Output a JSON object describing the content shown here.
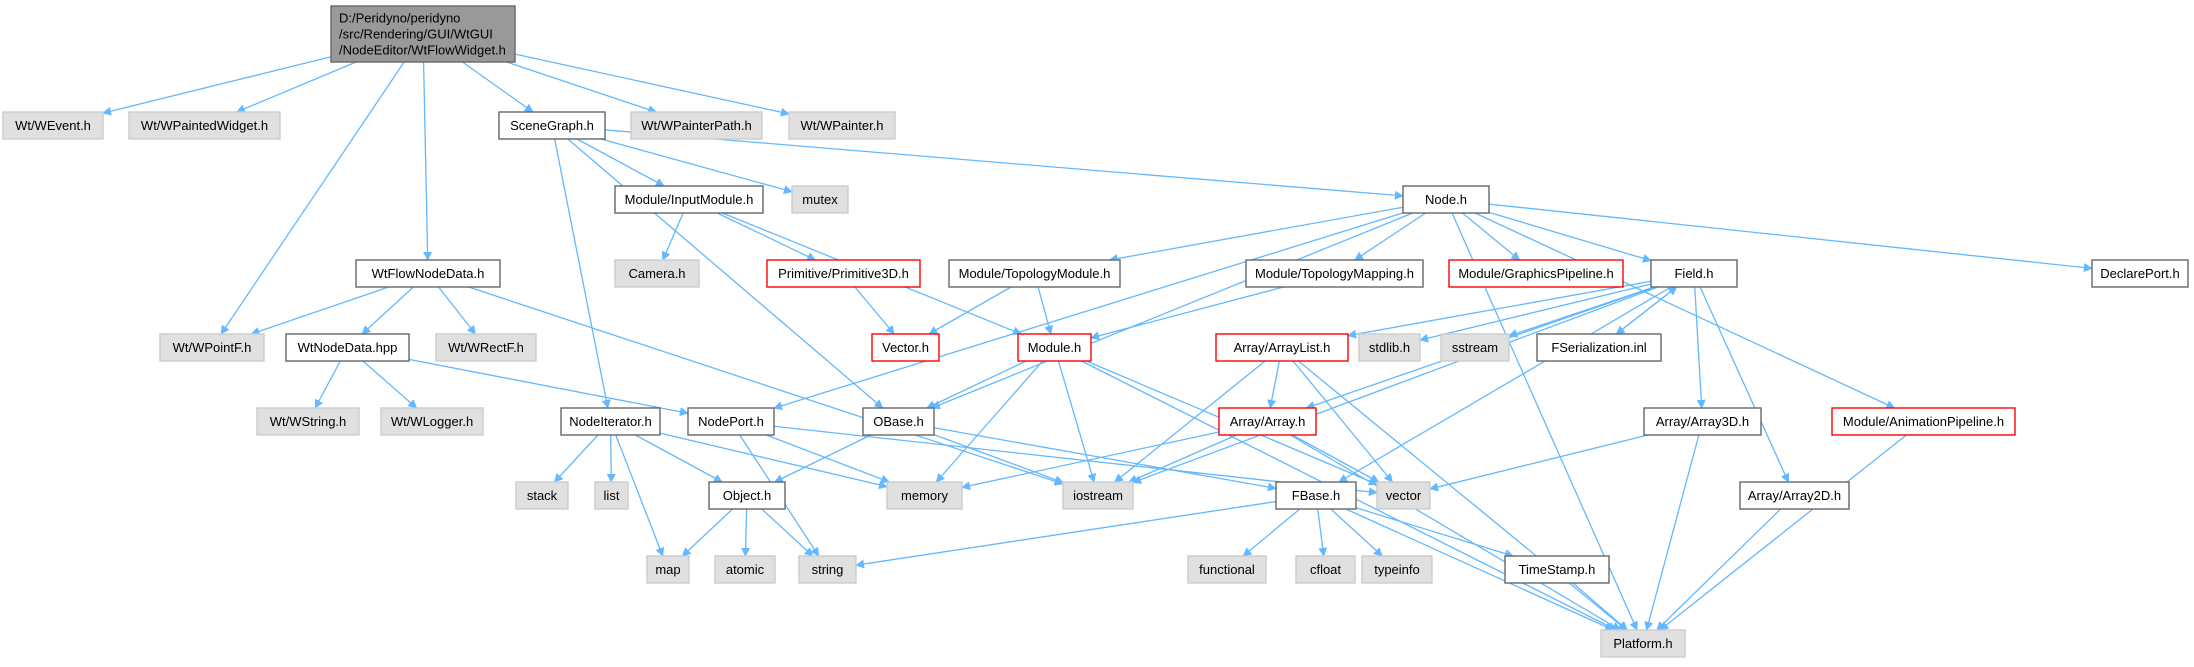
{
  "colors": {
    "edge": "#63b8ff",
    "root_fill": "#999999",
    "root_border": "#666666",
    "documented_fill": "#ffffff",
    "documented_border": "#666666",
    "truncated_border": "#ff0000",
    "external_fill": "#e0e0e0",
    "external_border": "#cccccc"
  },
  "graph": {
    "nodes": [
      {
        "id": "root",
        "lines": [
          "D:/Peridyno/peridyno",
          "/src/Rendering/GUI/WtGUI",
          "/NodeEditor/WtFlowWidget.h"
        ],
        "style": "root"
      },
      {
        "id": "wevent",
        "lines": [
          "Wt/WEvent.h"
        ],
        "style": "external"
      },
      {
        "id": "wpaintedwidget",
        "lines": [
          "Wt/WPaintedWidget.h"
        ],
        "style": "external"
      },
      {
        "id": "scenegraph",
        "lines": [
          "SceneGraph.h"
        ],
        "style": "doc"
      },
      {
        "id": "wpainterpath",
        "lines": [
          "Wt/WPainterPath.h"
        ],
        "style": "external"
      },
      {
        "id": "wpainter",
        "lines": [
          "Wt/WPainter.h"
        ],
        "style": "external"
      },
      {
        "id": "inputmodule",
        "lines": [
          "Module/InputModule.h"
        ],
        "style": "doc"
      },
      {
        "id": "mutex",
        "lines": [
          "mutex"
        ],
        "style": "external"
      },
      {
        "id": "node",
        "lines": [
          "Node.h"
        ],
        "style": "doc"
      },
      {
        "id": "camera",
        "lines": [
          "Camera.h"
        ],
        "style": "external"
      },
      {
        "id": "primitive3d",
        "lines": [
          "Primitive/Primitive3D.h"
        ],
        "style": "truncated"
      },
      {
        "id": "topologymodule",
        "lines": [
          "Module/TopologyModule.h"
        ],
        "style": "doc"
      },
      {
        "id": "topologymapping",
        "lines": [
          "Module/TopologyMapping.h"
        ],
        "style": "doc"
      },
      {
        "id": "graphicspipeline",
        "lines": [
          "Module/GraphicsPipeline.h"
        ],
        "style": "truncated"
      },
      {
        "id": "field",
        "lines": [
          "Field.h"
        ],
        "style": "doc"
      },
      {
        "id": "declareport",
        "lines": [
          "DeclarePort.h"
        ],
        "style": "doc"
      },
      {
        "id": "wtflownodedata",
        "lines": [
          "WtFlowNodeData.h"
        ],
        "style": "doc"
      },
      {
        "id": "wpointf",
        "lines": [
          "Wt/WPointF.h"
        ],
        "style": "external"
      },
      {
        "id": "wtnodedata",
        "lines": [
          "WtNodeData.hpp"
        ],
        "style": "doc"
      },
      {
        "id": "wrectf",
        "lines": [
          "Wt/WRectF.h"
        ],
        "style": "external"
      },
      {
        "id": "vectorh",
        "lines": [
          "Vector.h"
        ],
        "style": "truncated"
      },
      {
        "id": "moduleh",
        "lines": [
          "Module.h"
        ],
        "style": "truncated"
      },
      {
        "id": "arraylist",
        "lines": [
          "Array/ArrayList.h"
        ],
        "style": "truncated"
      },
      {
        "id": "stdlib",
        "lines": [
          "stdlib.h"
        ],
        "style": "external"
      },
      {
        "id": "sstream",
        "lines": [
          "sstream"
        ],
        "style": "external"
      },
      {
        "id": "fserial",
        "lines": [
          "FSerialization.inl"
        ],
        "style": "doc"
      },
      {
        "id": "wstring",
        "lines": [
          "Wt/WString.h"
        ],
        "style": "external"
      },
      {
        "id": "wlogger",
        "lines": [
          "Wt/WLogger.h"
        ],
        "style": "external"
      },
      {
        "id": "nodeiterator",
        "lines": [
          "NodeIterator.h"
        ],
        "style": "doc"
      },
      {
        "id": "nodeport",
        "lines": [
          "NodePort.h"
        ],
        "style": "doc"
      },
      {
        "id": "obase",
        "lines": [
          "OBase.h"
        ],
        "style": "doc"
      },
      {
        "id": "arrayh",
        "lines": [
          "Array/Array.h"
        ],
        "style": "truncated"
      },
      {
        "id": "array3d",
        "lines": [
          "Array/Array3D.h"
        ],
        "style": "doc"
      },
      {
        "id": "animpipeline",
        "lines": [
          "Module/AnimationPipeline.h"
        ],
        "style": "truncated"
      },
      {
        "id": "stack",
        "lines": [
          "stack"
        ],
        "style": "external"
      },
      {
        "id": "list",
        "lines": [
          "list"
        ],
        "style": "external"
      },
      {
        "id": "object",
        "lines": [
          "Object.h"
        ],
        "style": "doc"
      },
      {
        "id": "memory",
        "lines": [
          "memory"
        ],
        "style": "external"
      },
      {
        "id": "iostream",
        "lines": [
          "iostream"
        ],
        "style": "external"
      },
      {
        "id": "fbase",
        "lines": [
          "FBase.h"
        ],
        "style": "doc"
      },
      {
        "id": "vector",
        "lines": [
          "vector"
        ],
        "style": "external"
      },
      {
        "id": "array2d",
        "lines": [
          "Array/Array2D.h"
        ],
        "style": "doc"
      },
      {
        "id": "map",
        "lines": [
          "map"
        ],
        "style": "external"
      },
      {
        "id": "atomic",
        "lines": [
          "atomic"
        ],
        "style": "external"
      },
      {
        "id": "string",
        "lines": [
          "string"
        ],
        "style": "external"
      },
      {
        "id": "functional",
        "lines": [
          "functional"
        ],
        "style": "external"
      },
      {
        "id": "cfloat",
        "lines": [
          "cfloat"
        ],
        "style": "external"
      },
      {
        "id": "typeinfo",
        "lines": [
          "typeinfo"
        ],
        "style": "external"
      },
      {
        "id": "timestamp",
        "lines": [
          "TimeStamp.h"
        ],
        "style": "doc"
      },
      {
        "id": "platform",
        "lines": [
          "Platform.h"
        ],
        "style": "external"
      }
    ],
    "edges": [
      [
        "root",
        "wevent"
      ],
      [
        "root",
        "wpaintedwidget"
      ],
      [
        "root",
        "scenegraph"
      ],
      [
        "root",
        "wpainterpath"
      ],
      [
        "root",
        "wpainter"
      ],
      [
        "root",
        "wtflownodedata"
      ],
      [
        "root",
        "wpointf"
      ],
      [
        "scenegraph",
        "inputmodule"
      ],
      [
        "scenegraph",
        "mutex"
      ],
      [
        "scenegraph",
        "node"
      ],
      [
        "scenegraph",
        "nodeiterator"
      ],
      [
        "scenegraph",
        "obase"
      ],
      [
        "inputmodule",
        "camera"
      ],
      [
        "inputmodule",
        "primitive3d"
      ],
      [
        "inputmodule",
        "moduleh"
      ],
      [
        "node",
        "topologymodule"
      ],
      [
        "node",
        "topologymapping"
      ],
      [
        "node",
        "graphicspipeline"
      ],
      [
        "node",
        "field"
      ],
      [
        "node",
        "declareport"
      ],
      [
        "node",
        "animpipeline"
      ],
      [
        "node",
        "nodeport"
      ],
      [
        "node",
        "obase"
      ],
      [
        "node",
        "platform"
      ],
      [
        "primitive3d",
        "vectorh"
      ],
      [
        "topologymodule",
        "vectorh"
      ],
      [
        "topologymodule",
        "moduleh"
      ],
      [
        "topologymapping",
        "moduleh"
      ],
      [
        "field",
        "arraylist"
      ],
      [
        "field",
        "stdlib"
      ],
      [
        "field",
        "sstream"
      ],
      [
        "field",
        "fserial"
      ],
      [
        "field",
        "arrayh"
      ],
      [
        "field",
        "array3d"
      ],
      [
        "field",
        "array2d"
      ],
      [
        "field",
        "iostream"
      ],
      [
        "field",
        "fbase"
      ],
      [
        "fserial",
        "field"
      ],
      [
        "wtflownodedata",
        "wpointf"
      ],
      [
        "wtflownodedata",
        "wtnodedata"
      ],
      [
        "wtflownodedata",
        "wrectf"
      ],
      [
        "wtflownodedata",
        "iostream"
      ],
      [
        "wtnodedata",
        "wstring"
      ],
      [
        "wtnodedata",
        "wlogger"
      ],
      [
        "wtnodedata",
        "nodeport"
      ],
      [
        "moduleh",
        "obase"
      ],
      [
        "moduleh",
        "memory"
      ],
      [
        "moduleh",
        "iostream"
      ],
      [
        "moduleh",
        "vector"
      ],
      [
        "moduleh",
        "platform"
      ],
      [
        "arraylist",
        "arrayh"
      ],
      [
        "arraylist",
        "iostream"
      ],
      [
        "arraylist",
        "vector"
      ],
      [
        "arraylist",
        "platform"
      ],
      [
        "nodeiterator",
        "stack"
      ],
      [
        "nodeiterator",
        "list"
      ],
      [
        "nodeiterator",
        "object"
      ],
      [
        "nodeiterator",
        "memory"
      ],
      [
        "nodeiterator",
        "map"
      ],
      [
        "nodeport",
        "memory"
      ],
      [
        "nodeport",
        "string"
      ],
      [
        "nodeport",
        "vector"
      ],
      [
        "obase",
        "object"
      ],
      [
        "obase",
        "iostream"
      ],
      [
        "obase",
        "fbase"
      ],
      [
        "arrayh",
        "memory"
      ],
      [
        "arrayh",
        "iostream"
      ],
      [
        "arrayh",
        "vector"
      ],
      [
        "arrayh",
        "platform"
      ],
      [
        "array3d",
        "vector"
      ],
      [
        "array3d",
        "platform"
      ],
      [
        "animpipeline",
        "platform"
      ],
      [
        "object",
        "map"
      ],
      [
        "object",
        "atomic"
      ],
      [
        "object",
        "string"
      ],
      [
        "fbase",
        "string"
      ],
      [
        "fbase",
        "functional"
      ],
      [
        "fbase",
        "cfloat"
      ],
      [
        "fbase",
        "typeinfo"
      ],
      [
        "fbase",
        "timestamp"
      ],
      [
        "fbase",
        "platform"
      ],
      [
        "array2d",
        "platform"
      ],
      [
        "timestamp",
        "platform"
      ]
    ]
  }
}
